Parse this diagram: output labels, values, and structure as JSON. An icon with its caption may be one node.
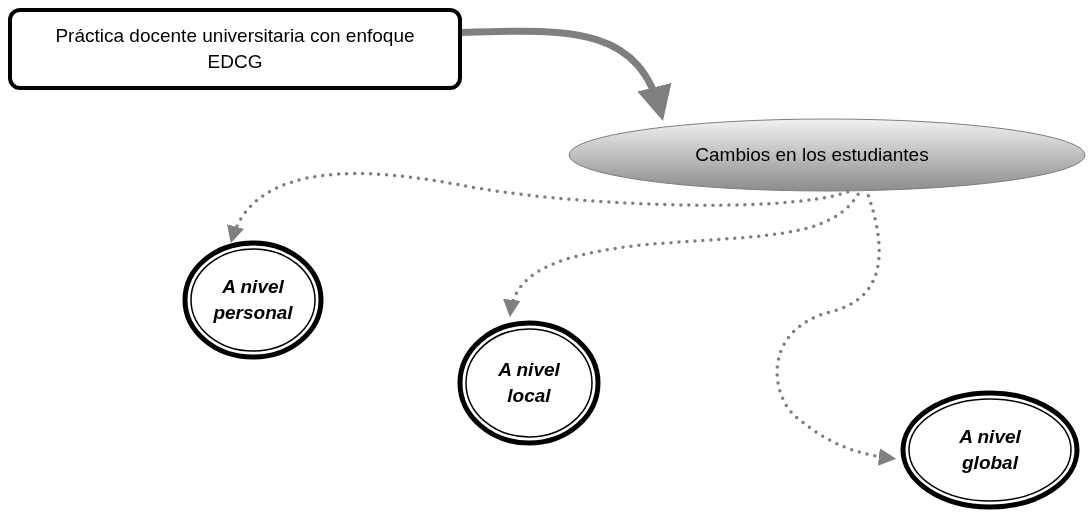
{
  "diagram": {
    "nodes": [
      {
        "text": [
          "Práctica docente universitaria con enfoque EDCG"
        ]
      },
      {
        "text": [
          "Cambios en los estudiantes"
        ]
      },
      {
        "text": [
          "A nivel personal"
        ]
      },
      {
        "text": [
          "A nivel local"
        ]
      },
      {
        "text": [
          "A nivel global"
        ]
      }
    ],
    "edges": [
      {
        "from": 0,
        "to": 1,
        "arrow": "to",
        "style": "thick"
      },
      {
        "from": 1,
        "to": 2,
        "arrow": "to",
        "style": "dashed"
      },
      {
        "from": 1,
        "to": 3,
        "arrow": "to",
        "style": "dashed"
      },
      {
        "from": 1,
        "to": 4,
        "arrow": "to",
        "style": "dashed"
      }
    ]
  }
}
